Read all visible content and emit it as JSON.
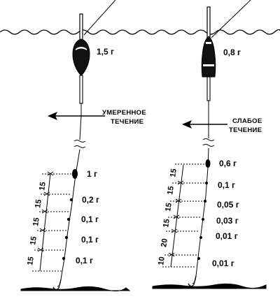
{
  "rigs": [
    {
      "float_weight": "1,5 г",
      "current_label_line1": "УМЕРЕННОЕ",
      "current_label_line2": "ТЕЧЕНИЕ",
      "shot_weights": [
        "1 г",
        "0,2 г",
        "0,1 г",
        "0,1 г",
        "0,1 г"
      ],
      "spacings": [
        "15",
        "15",
        "15",
        "15",
        "15"
      ]
    },
    {
      "float_weight": "0,8 г",
      "current_label_line1": "СЛАБОЕ",
      "current_label_line2": "ТЕЧЕНИЕ",
      "shot_weights": [
        "0,6 г",
        "0,1 г",
        "0,05 г",
        "0,03 г",
        "0,01 г",
        "0,01 г"
      ],
      "spacings": [
        "15",
        "15",
        "15",
        "15",
        "20",
        "10"
      ]
    }
  ]
}
